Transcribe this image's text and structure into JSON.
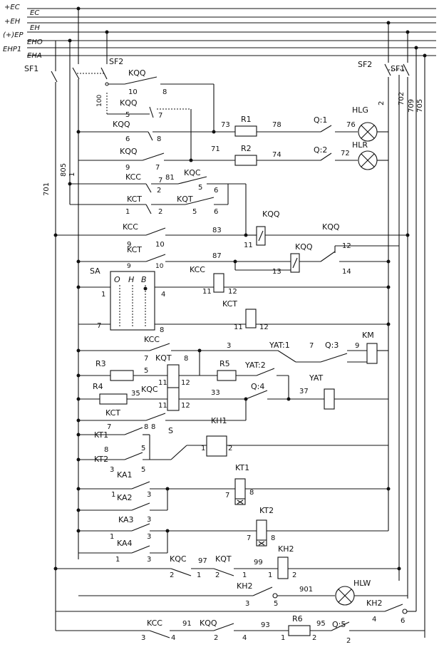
{
  "buses": {
    "ec1": "+EC",
    "ec2": "EC",
    "eh1": "+EH",
    "eh2": "EH",
    "ep": "(+)EP",
    "eho": "EHO",
    "ehp": "EHP1",
    "eha": "EHA"
  },
  "switches": {
    "sf1": "SF1",
    "sf2": "SF2"
  },
  "wires": {
    "w701": "701",
    "w805": "805",
    "w1": "1",
    "w100": "100",
    "w702": "702",
    "w709": "709",
    "w705": "705",
    "w2": "2"
  },
  "contacts": {
    "kqq": "KQQ",
    "kqc": "KQC",
    "kqt": "KQT",
    "kcc": "KCC",
    "kct": "KCT",
    "q1": "Q:1",
    "q2": "Q:2",
    "q3": "Q:3",
    "q4": "Q:4",
    "q5": "Q:5",
    "yat1": "YAT:1",
    "yat2": "YAT:2",
    "s": "S",
    "kt1": "KT1",
    "kt2": "KT2",
    "ka1": "KA1",
    "ka2": "KA2",
    "ka3": "KA3",
    "ka4": "KA4",
    "kh2": "KH2"
  },
  "components": {
    "r1": "R1",
    "r2": "R2",
    "r3": "R3",
    "r4": "R4",
    "r5": "R5",
    "r6": "R6",
    "hlg": "HLG",
    "hlr": "HLR",
    "hlw": "HLW",
    "km": "KM",
    "yat": "YAT",
    "kh1": "KH1",
    "kt1": "KT1",
    "kt2": "KT2",
    "kh2": "KH2",
    "sa": "SA",
    "sa_o": "O",
    "sa_h": "H",
    "sa_b": "B"
  },
  "nodes": {
    "n10": "10",
    "n8": "8",
    "n5": "5",
    "n7": "7",
    "n6": "6",
    "n9": "9",
    "n73": "73",
    "n78": "78",
    "n76": "76",
    "n71": "71",
    "n74": "74",
    "n72": "72",
    "n81": "81",
    "n2": "2",
    "n1": "1",
    "n83": "83",
    "n11": "11",
    "n87": "87",
    "n12": "12",
    "n13": "13",
    "n14": "14",
    "n4": "4",
    "n3": "3",
    "n35": "35",
    "n33": "33",
    "n37": "37",
    "n97": "97",
    "n99": "99",
    "n901": "901",
    "n91": "91",
    "n93": "93",
    "n95": "95"
  }
}
